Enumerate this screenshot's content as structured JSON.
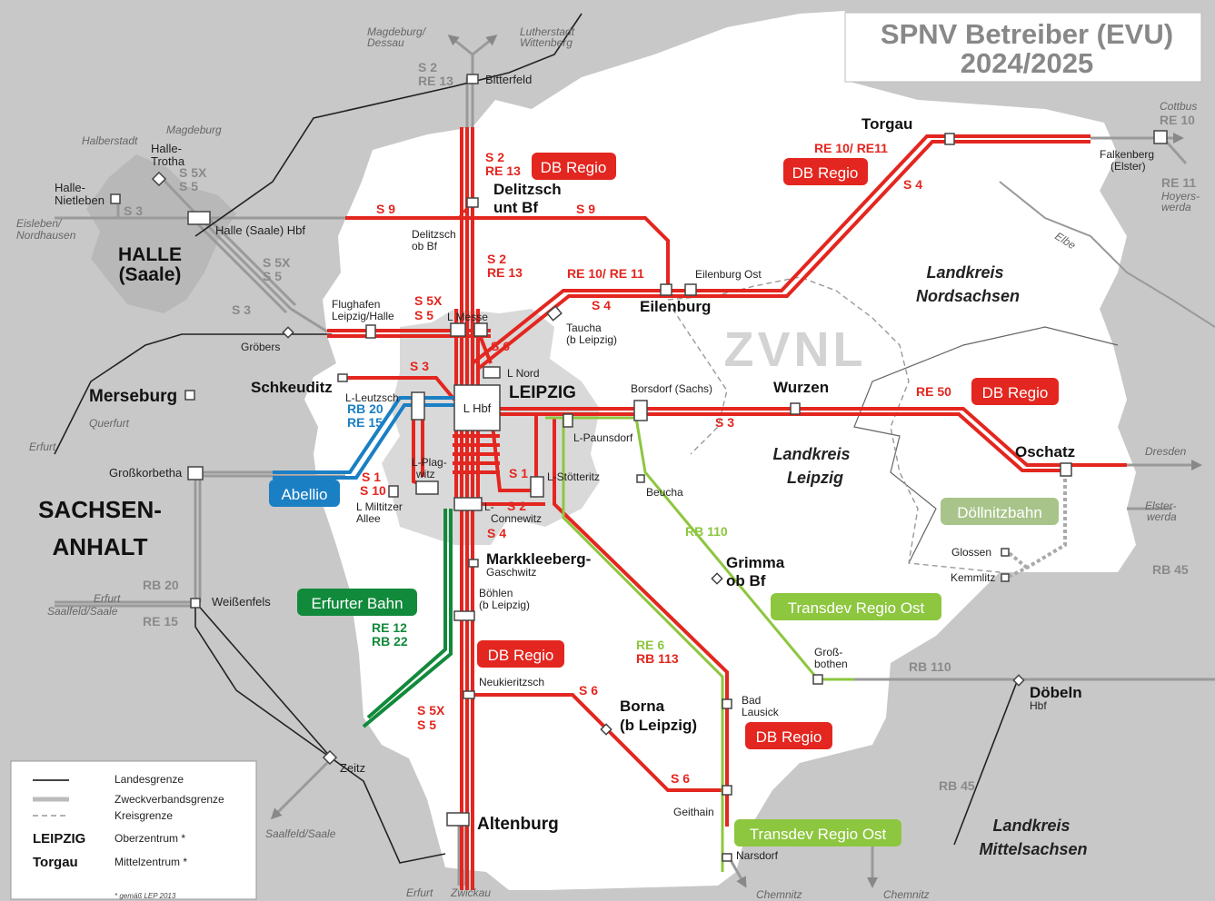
{
  "title": {
    "line1": "SPNV Betreiber (EVU)",
    "line2": "2024/2025"
  },
  "zvnl": "ZVNL",
  "states": {
    "halle": [
      "HALLE",
      "(Saale)"
    ],
    "sachsen_anhalt": [
      "SACHSEN-",
      "ANHALT"
    ]
  },
  "regions": {
    "nordsachsen": [
      "Landkreis",
      "Nordsachsen"
    ],
    "leipzig": [
      "Landkreis",
      "Leipzig"
    ],
    "mittelsachsen": [
      "Landkreis",
      "Mittelsachsen"
    ]
  },
  "operators": {
    "db_regio_delitzsch": "DB Regio",
    "db_regio_torgau": "DB Regio",
    "db_regio_wurzen": "DB Regio",
    "db_regio_south": "DB Regio",
    "db_regio_bad_lausick": "DB Regio",
    "abellio": "Abellio",
    "erfurter_bahn": "Erfurter Bahn",
    "transdev_grimma": "Transdev Regio Ost",
    "transdev_narsdorf": "Transdev Regio Ost",
    "doellnitzbahn": "Döllnitzbahn"
  },
  "colors": {
    "db_regio": "#e3261f",
    "abellio": "#1b7fc4",
    "erfurter_bahn": "#118a3b",
    "transdev": "#8dc63f",
    "doellnitzbahn": "#a8c48a",
    "zweckverband": "#9a9a9a"
  },
  "cities": {
    "leipzig": "LEIPZIG",
    "l_hbf": "L Hbf",
    "torgau": "Torgau",
    "delitzsch_1": "Delitzsch",
    "delitzsch_2": "unt Bf",
    "eilenburg": "Eilenburg",
    "wurzen": "Wurzen",
    "oschatz": "Oschatz",
    "schkeuditz": "Schkeuditz",
    "merseburg": "Merseburg",
    "markkleeberg": "Markkleeberg-",
    "grimma_1": "Grimma",
    "grimma_2": "ob Bf",
    "borna_1": "Borna",
    "borna_2": "(b Leipzig)",
    "altenburg": "Altenburg",
    "doebeln": "Döbeln"
  },
  "stations": {
    "bitterfeld": "Bitterfeld",
    "halle_hbf": "Halle (Saale) Hbf",
    "halle_trotha_1": "Halle-",
    "halle_trotha_2": "Trotha",
    "halle_nietleben_1": "Halle-",
    "halle_nietleben_2": "Nietleben",
    "delitzsch_ob_1": "Delitzsch",
    "delitzsch_ob_2": "ob Bf",
    "eilenburg_ost": "Eilenburg Ost",
    "flughafen_1": "Flughafen",
    "flughafen_2": "Leipzig/Halle",
    "l_messe": "L Messe",
    "taucha_1": "Taucha",
    "taucha_2": "(b Leipzig)",
    "groebers": "Gröbers",
    "l_nord": "L Nord",
    "l_leutzsch": "L-Leutzsch",
    "borsdorf": "Borsdorf (Sachs)",
    "l_paunsdorf": "L-Paunsdorf",
    "l_plagwitz_1": "L-Plag-",
    "l_plagwitz_2": "witz",
    "l_stoetteritz": "L-Stötteritz",
    "l_miltitzer_1": "L Miltitzer",
    "l_miltitzer_2": "Allee",
    "l_connewitz_1": "L-",
    "l_connewitz_2": "Connewitz",
    "beucha": "Beucha",
    "grosskorbetha": "Großkorbetha",
    "gaschwitz": "Gaschwitz",
    "boehlen_1": "Böhlen",
    "boehlen_2": "(b Leipzig)",
    "weissenfels": "Weißenfels",
    "grossbothen_1": "Groß-",
    "grossbothen_2": "bothen",
    "neukieritzsch": "Neukieritzsch",
    "bad_lausick_1": "Bad",
    "bad_lausick_2": "Lausick",
    "zeitz": "Zeitz",
    "geithain": "Geithain",
    "narsdorf": "Narsdorf",
    "glossen": "Glossen",
    "kemmlitz": "Kemmlitz",
    "doebeln_hbf": "Hbf",
    "falkenberg_1": "Falkenberg",
    "falkenberg_2": "(Elster)"
  },
  "destinations": {
    "magdeburg_dessau_1": "Magdeburg/",
    "magdeburg_dessau_2": "Dessau",
    "lutherstadt_1": "Lutherstadt",
    "lutherstadt_2": "Wittenberg",
    "magdeburg": "Magdeburg",
    "halberstadt": "Halberstadt",
    "eisleben_1": "Eisleben/",
    "eisleben_2": "Nordhausen",
    "querfurt": "Querfurt",
    "erfurt_w": "Erfurt",
    "erfurt_sw_1": "Erfurt",
    "erfurt_sw_2": "Saalfeld/Saale",
    "saalfeld": "Saalfeld/Saale",
    "erfurt_s": "Erfurt",
    "zwickau": "Zwickau",
    "chemnitz_1": "Chemnitz",
    "chemnitz_2": "Chemnitz",
    "dresden": "Dresden",
    "elsterwerda_1": "Elster-",
    "elsterwerda_2": "werda",
    "cottbus": "Cottbus",
    "hoyerswerda_1": "Hoyers-",
    "hoyerswerda_2": "werda",
    "elbe": "Elbe"
  },
  "lines": {
    "s2_n": "S 2",
    "re13_n": "RE 13",
    "s2_d": "S 2",
    "re13_d": "RE 13",
    "s2_m": "S 2",
    "re13_m": "RE 13",
    "s9_w": "S 9",
    "s9_e": "S 9",
    "re10_re11_t": "RE 10/ RE11",
    "s4_t": "S 4",
    "re10_re11_e": "RE 10/ RE 11",
    "s4_e": "S 4",
    "s5x_h": "S 5X",
    "s5_h": "S 5",
    "s5x_ha": "S 5X",
    "s5_ha": "S 5",
    "s3_ha": "S 3",
    "s3_ni": "S 3",
    "s5x_f": "S 5X",
    "s5_f": "S 5",
    "s6_n": "S 6",
    "s3_sch": "S 3",
    "rb20_l": "RB 20",
    "re15_l": "RE 15",
    "re50": "RE 50",
    "s3_w": "S 3",
    "s1_a": "S 1",
    "s10": "S 10",
    "s1_b": "S 1",
    "s2_c": "S 2",
    "s4_c": "S 4",
    "rb110_g": "RB 110",
    "rb20_w": "RB 20",
    "re15_w": "RE 15",
    "re12": "RE 12",
    "rb22": "RB 22",
    "re6": "RE 6",
    "rb113": "RB 113",
    "rb110_d": "RB 110",
    "rb45_e": "RB 45",
    "rb45_s": "RB 45",
    "s5x_s": "S 5X",
    "s5_s": "S 5",
    "s6_b": "S 6",
    "s6_g": "S 6",
    "re10_c": "RE 10",
    "re11_h": "RE 11"
  },
  "legend": {
    "landesgrenze": "Landesgrenze",
    "zweckverbandsgrenze": "Zweckverbandsgrenze",
    "kreisgrenze": "Kreisgrenze",
    "ober_key": "LEIPZIG",
    "oberzentrum": "Oberzentrum *",
    "mittel_key": "Torgau",
    "mittelzentrum": "Mittelzentrum *",
    "footnote": "* gemäß LEP 2013"
  }
}
